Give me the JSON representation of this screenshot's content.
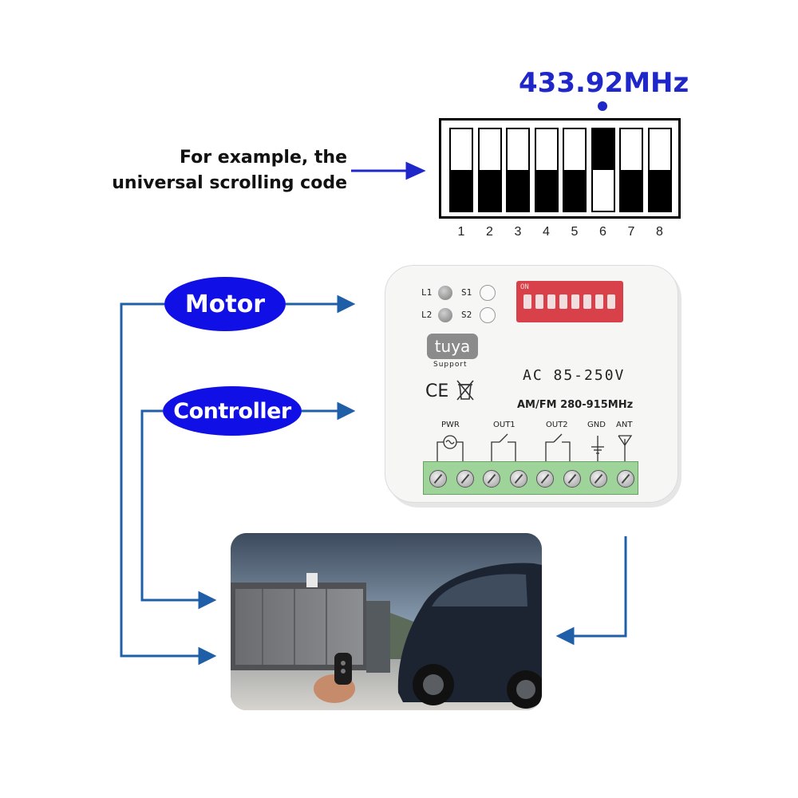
{
  "header": {
    "frequency": "433.92MHz",
    "example_line1": "For example, the",
    "example_line2": "universal scrolling code"
  },
  "dip_switch": {
    "numbers": [
      "1",
      "2",
      "3",
      "4",
      "5",
      "6",
      "7",
      "8"
    ],
    "positions": [
      "down",
      "down",
      "down",
      "down",
      "down",
      "up",
      "down",
      "down"
    ]
  },
  "labels": {
    "motor": "Motor",
    "controller": "Controller"
  },
  "device": {
    "led1": "L1",
    "led2": "L2",
    "button1": "S1",
    "button2": "S2",
    "dip_on": "ON",
    "brand": "tuya",
    "support": "Support",
    "ce_mark": "CE",
    "voltage": "AC 85-250V",
    "frequency_range": "AM/FM 280-915MHz",
    "terminals": [
      "PWR",
      "OUT1",
      "OUT2",
      "GND",
      "ANT"
    ]
  },
  "colors": {
    "accent": "#1f27c9",
    "pill": "#1010e6",
    "arrow": "#1f5fa8",
    "dip_red": "#d9414a",
    "terminal_green": "#9ed39a"
  }
}
